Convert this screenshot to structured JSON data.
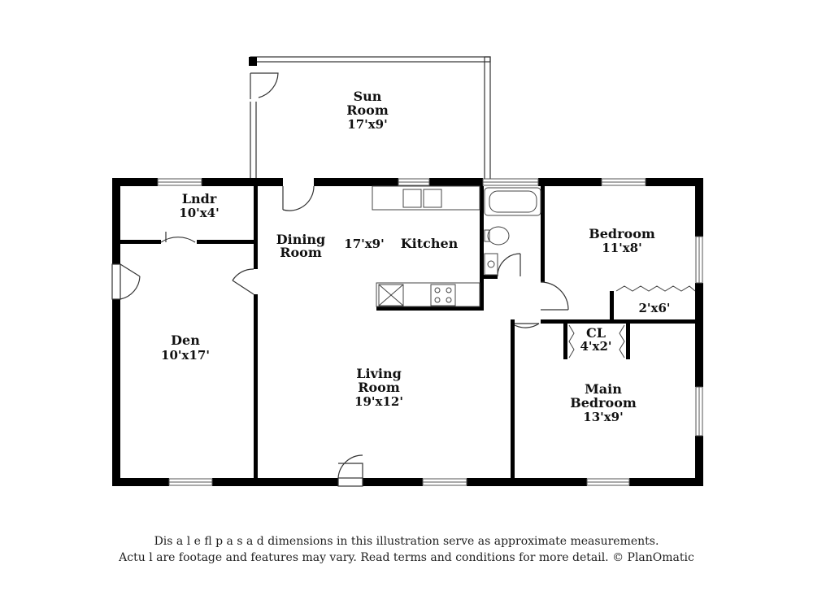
{
  "rooms": {
    "sun_room": {
      "name_line1": "Sun",
      "name_line2": "Room",
      "dims": "17'x9'"
    },
    "laundry": {
      "name": "Lndr",
      "dims": "10'x4'"
    },
    "dining": {
      "name_line1": "Dining",
      "name_line2": "Room"
    },
    "kitchen": {
      "name": "Kitchen",
      "dims": "17'x9'"
    },
    "bedroom": {
      "name": "Bedroom",
      "dims": "11'x8'"
    },
    "bedroom_closet": {
      "dims": "2'x6'"
    },
    "closet": {
      "name": "CL",
      "dims": "4'x2'"
    },
    "den": {
      "name": "Den",
      "dims": "10'x17'"
    },
    "living": {
      "name_line1": "Living",
      "name_line2": "Room",
      "dims": "19'x12'"
    },
    "main_bedroom": {
      "name_line1": "Main",
      "name_line2": "Bedroom",
      "dims": "13'x9'"
    }
  },
  "disclaimer": {
    "line1": "Dis    a    l  e fl    p   a  s   a  d dimensions in this illustration serve as approximate measurements.",
    "line2": "Actu   l    are footage and features may vary. Read terms and conditions for more detail. © PlanOmatic"
  }
}
